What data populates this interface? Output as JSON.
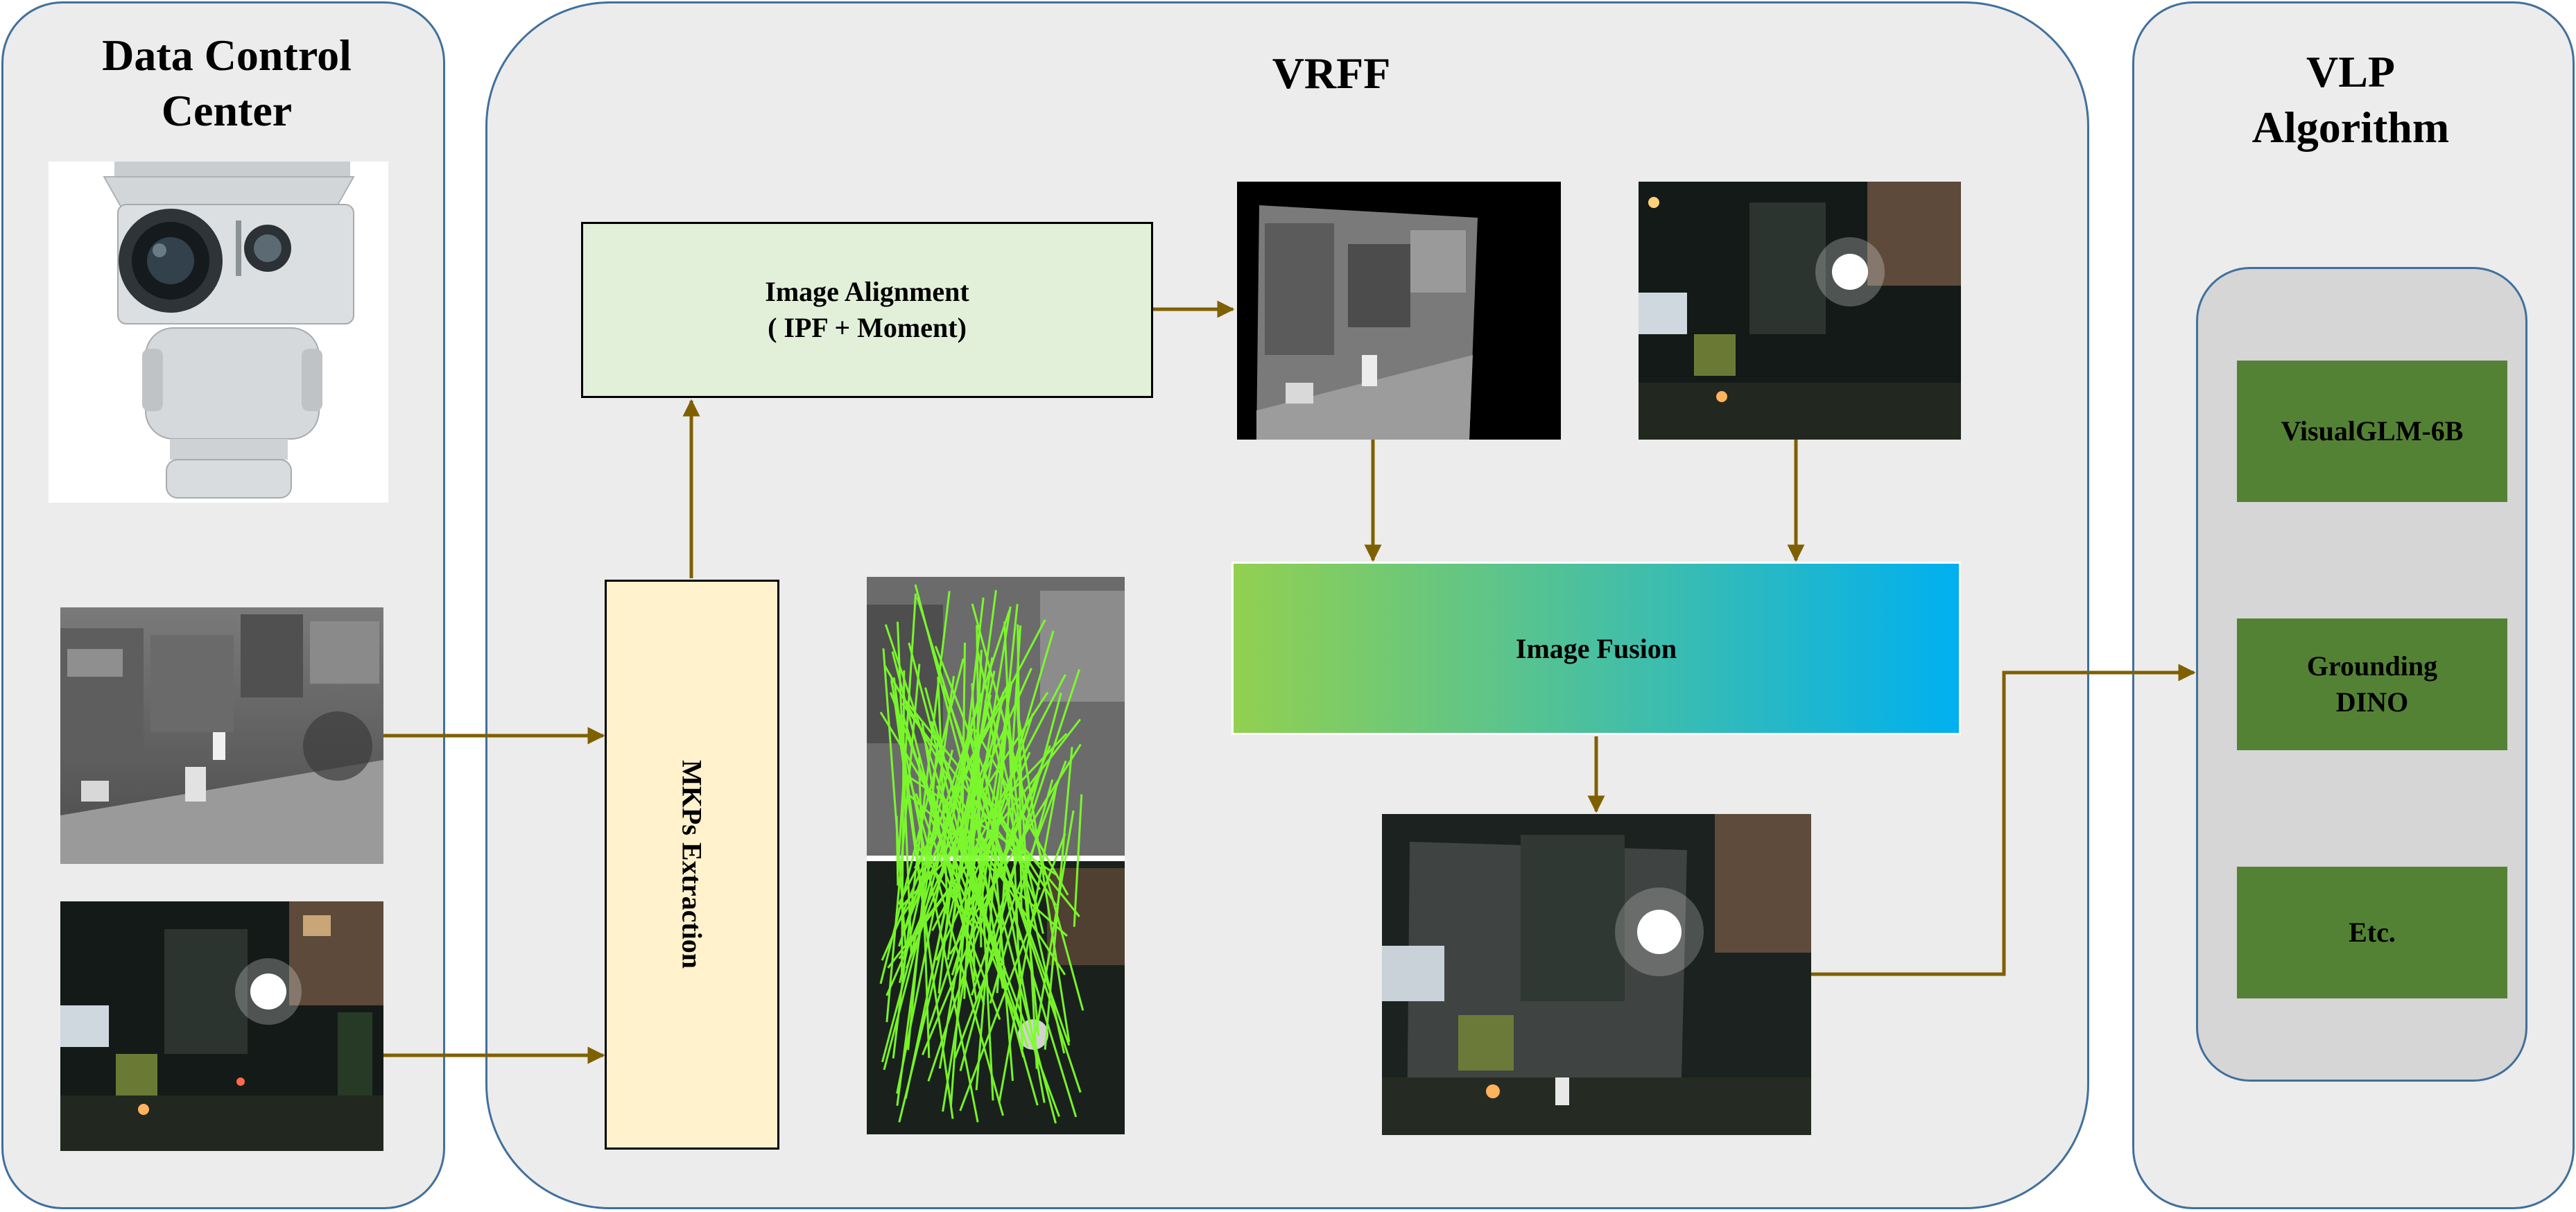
{
  "panels": {
    "data_control_center": {
      "title": "Data Control\nCenter"
    },
    "vrff": {
      "title": "VRFF"
    },
    "vlp": {
      "title": "VLP\nAlgorithm"
    }
  },
  "boxes": {
    "mkps": "MKPs Extraction",
    "alignment": "Image Alignment\n( IPF + Moment)",
    "fusion": "Image Fusion"
  },
  "vlp_models": [
    {
      "label": "VisualGLM-6B"
    },
    {
      "label": "Grounding\nDINO"
    },
    {
      "label": "Etc."
    }
  ],
  "colors": {
    "panel_fill": "#ececec",
    "panel_border": "#41709c",
    "arrow": "#7f6000",
    "alignment_fill": "#e2efd9",
    "mkps_fill": "#fff2cc",
    "model_fill": "#548235",
    "fusion_gradient_start": "#92d050",
    "fusion_gradient_end": "#00b0f0",
    "match_lines": "#7cff2a"
  },
  "icons": {
    "camera": "ptz-camera-icon",
    "thermal_input": "thermal-image",
    "visible_input": "visible-image",
    "keypoint_matches": "keypoint-match-image",
    "aligned_thermal": "aligned-thermal-image",
    "aligned_visible": "aligned-visible-image",
    "fused_output": "fused-image"
  }
}
